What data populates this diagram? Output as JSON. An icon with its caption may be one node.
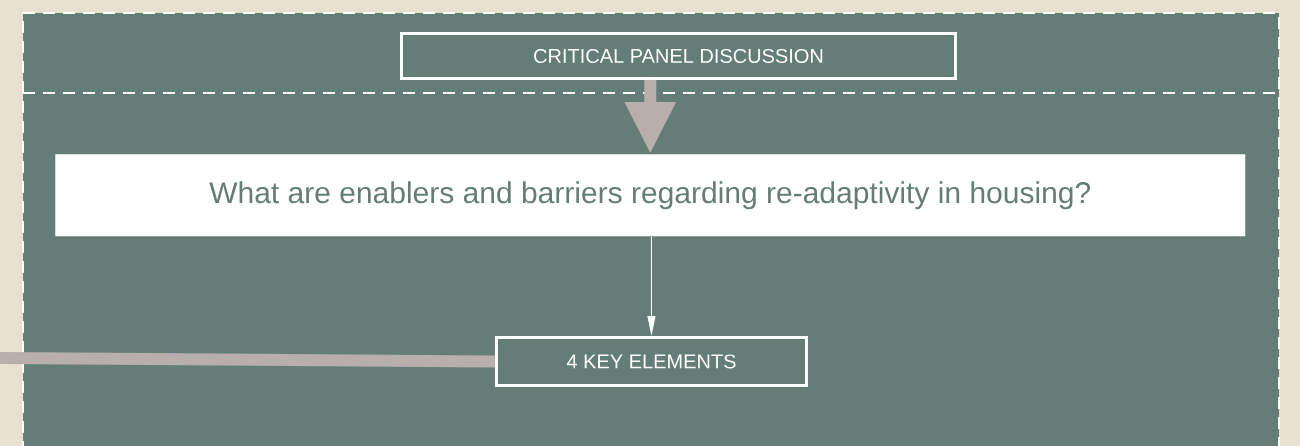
{
  "diagram": {
    "nodes": [
      {
        "text": [],
        "shape": "box"
      },
      {
        "text": [
          "CRITICAL PANEL DISCUSSION"
        ],
        "in": 0
      },
      {
        "text": [],
        "shape": "box"
      },
      {
        "text": [
          "What are enablers and barriers regarding re-adaptivity in housing?"
        ],
        "in": 2
      },
      {
        "text": [
          "4 KEY ELEMENTS"
        ],
        "in": 2
      }
    ],
    "edges": [
      {
        "from": 1,
        "to": 3,
        "arrow": "to"
      },
      {
        "from": 3,
        "to": 4,
        "arrow": "to",
        "color": "#ffffff"
      },
      {
        "from": null,
        "to": 4,
        "arrow": "none"
      }
    ]
  }
}
